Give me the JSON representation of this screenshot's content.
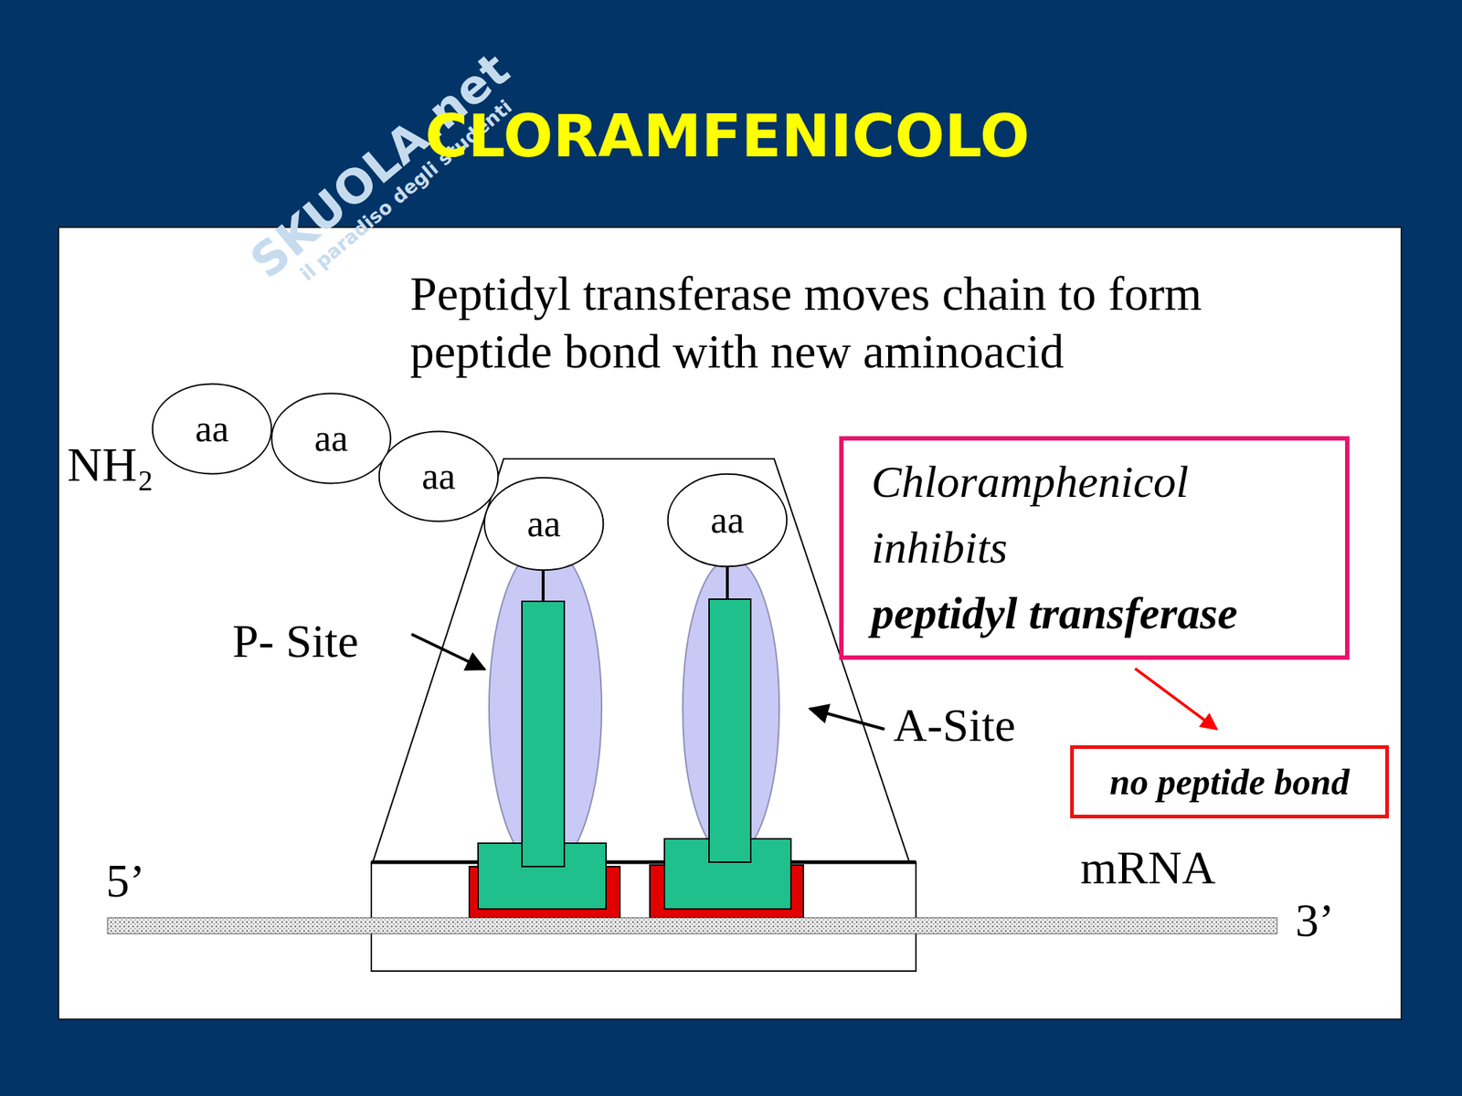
{
  "diagram": {
    "title": "CLORAMFENICOLO",
    "nodes": [
      {
        "text": [
          "aa"
        ]
      },
      {
        "text": [
          "aa"
        ]
      },
      {
        "text": [
          "aa"
        ]
      },
      {
        "text": [
          "aa"
        ]
      },
      {
        "text": [
          "aa"
        ]
      },
      {
        "text": [
          "Chloramphenicol inhibits",
          "peptidyl transferase"
        ]
      },
      {
        "text": [
          "no peptide bond"
        ]
      }
    ],
    "edges": [
      {
        "from": 5,
        "to": 6,
        "arrow": "to"
      }
    ],
    "labels": [
      "Peptidyl transferase moves chain to form peptide bond with new aminoacid",
      "NH₂",
      "P- Site",
      "A-Site",
      "mRNA",
      "5’",
      "3’",
      "SKUOLA.net",
      "il paradiso degli studenti"
    ]
  }
}
